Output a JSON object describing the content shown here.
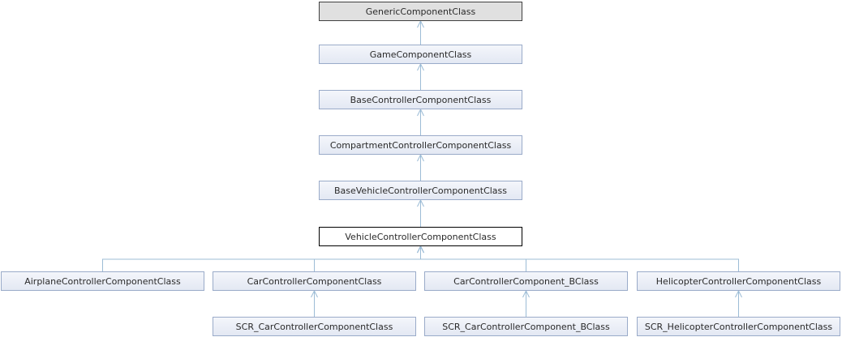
{
  "colors": {
    "edge": "#9cbcd6",
    "node_border": "#9aabc9",
    "root_fill": "#e0e0e0",
    "current_border": "#000000"
  },
  "nodes": [
    {
      "id": "generic",
      "label": "GenericComponentClass",
      "kind": "root"
    },
    {
      "id": "game",
      "label": "GameComponentClass",
      "kind": "ancestor"
    },
    {
      "id": "basecontroller",
      "label": "BaseControllerComponentClass",
      "kind": "ancestor"
    },
    {
      "id": "compartment",
      "label": "CompartmentControllerComponentClass",
      "kind": "ancestor"
    },
    {
      "id": "basevehicle",
      "label": "BaseVehicleControllerComponentClass",
      "kind": "ancestor"
    },
    {
      "id": "vehicle",
      "label": "VehicleControllerComponentClass",
      "kind": "current"
    },
    {
      "id": "airplane",
      "label": "AirplaneControllerComponentClass",
      "kind": "derived"
    },
    {
      "id": "car",
      "label": "CarControllerComponentClass",
      "kind": "derived"
    },
    {
      "id": "car_b",
      "label": "CarControllerComponent_BClass",
      "kind": "derived"
    },
    {
      "id": "helicopter",
      "label": "HelicopterControllerComponentClass",
      "kind": "derived"
    },
    {
      "id": "scr_car",
      "label": "SCR_CarControllerComponentClass",
      "kind": "derived"
    },
    {
      "id": "scr_car_b",
      "label": "SCR_CarControllerComponent_BClass",
      "kind": "derived"
    },
    {
      "id": "scr_helicopter",
      "label": "SCR_HelicopterControllerComponentClass",
      "kind": "derived"
    }
  ],
  "edges": [
    {
      "from": "game",
      "to": "generic"
    },
    {
      "from": "basecontroller",
      "to": "game"
    },
    {
      "from": "compartment",
      "to": "basecontroller"
    },
    {
      "from": "basevehicle",
      "to": "compartment"
    },
    {
      "from": "vehicle",
      "to": "basevehicle"
    },
    {
      "from": "airplane",
      "to": "vehicle"
    },
    {
      "from": "car",
      "to": "vehicle"
    },
    {
      "from": "car_b",
      "to": "vehicle"
    },
    {
      "from": "helicopter",
      "to": "vehicle"
    },
    {
      "from": "scr_car",
      "to": "car"
    },
    {
      "from": "scr_car_b",
      "to": "car_b"
    },
    {
      "from": "scr_helicopter",
      "to": "helicopter"
    }
  ]
}
